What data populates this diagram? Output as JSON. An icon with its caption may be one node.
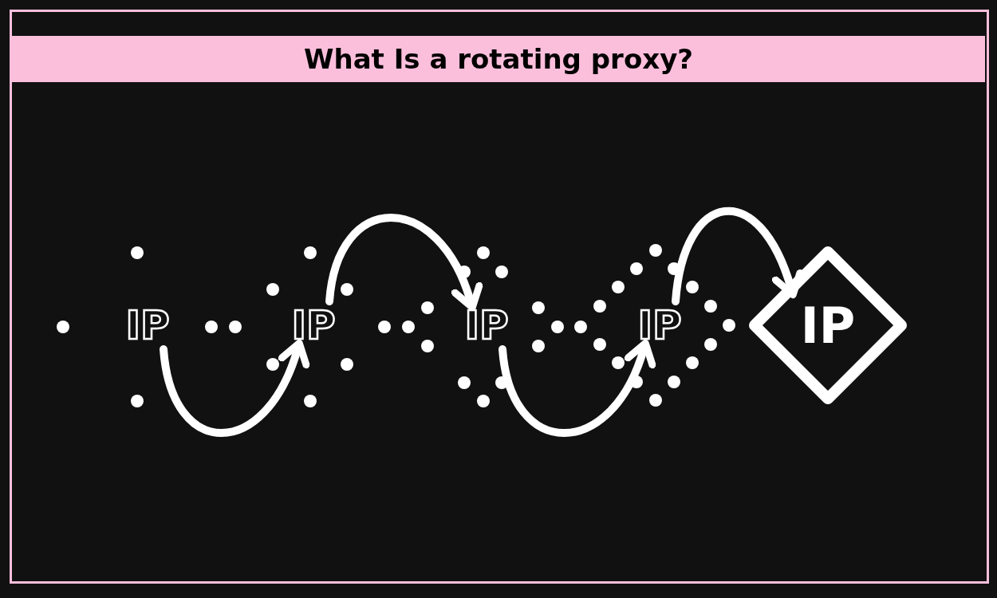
{
  "diagram": {
    "title": "What Is a rotating proxy?",
    "nodes": [
      {
        "text": [
          "IP"
        ]
      },
      {
        "text": [
          "IP"
        ]
      },
      {
        "text": [
          "IP"
        ]
      },
      {
        "text": [
          "IP"
        ]
      },
      {
        "text": [
          "IP"
        ]
      }
    ],
    "edges": [
      {
        "from": 0,
        "to": 1,
        "arrow": "to"
      },
      {
        "from": 1,
        "to": 2,
        "arrow": "to"
      },
      {
        "from": 2,
        "to": 3,
        "arrow": "to"
      },
      {
        "from": 3,
        "to": 4,
        "arrow": "to"
      }
    ]
  }
}
